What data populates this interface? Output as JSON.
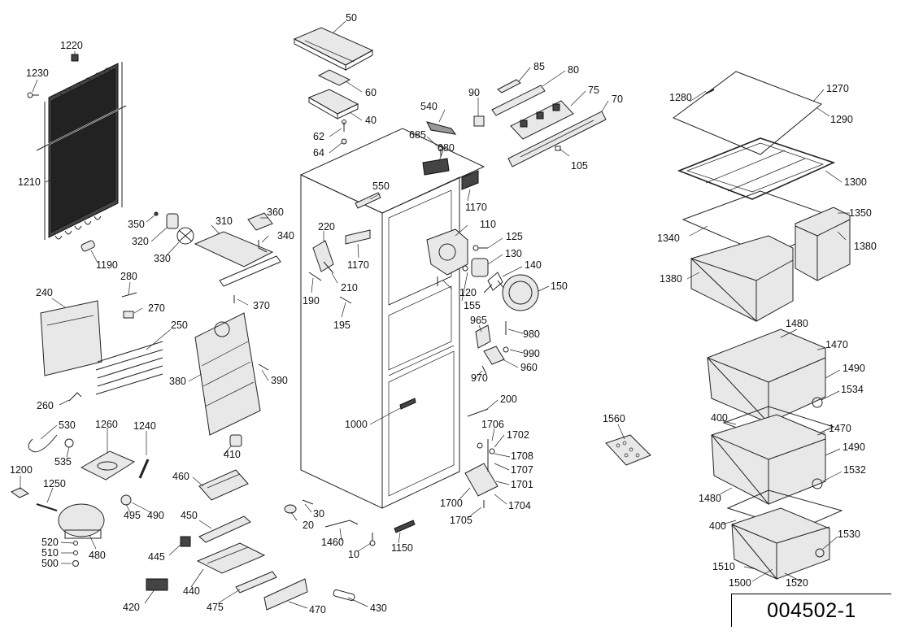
{
  "drawing_id": "004502-1",
  "part_labels": [
    {
      "id": "1220"
    },
    {
      "id": "1230"
    },
    {
      "id": "1210"
    },
    {
      "id": "1190"
    },
    {
      "id": "50"
    },
    {
      "id": "60"
    },
    {
      "id": "40"
    },
    {
      "id": "62"
    },
    {
      "id": "64"
    },
    {
      "id": "85"
    },
    {
      "id": "80"
    },
    {
      "id": "75"
    },
    {
      "id": "70"
    },
    {
      "id": "90"
    },
    {
      "id": "540"
    },
    {
      "id": "685"
    },
    {
      "id": "680"
    },
    {
      "id": "105"
    },
    {
      "id": "1280"
    },
    {
      "id": "1270"
    },
    {
      "id": "1290"
    },
    {
      "id": "1300"
    },
    {
      "id": "1350"
    },
    {
      "id": "1340"
    },
    {
      "id": "1380"
    },
    {
      "id": "1380"
    },
    {
      "id": "550"
    },
    {
      "id": "1170"
    },
    {
      "id": "1170"
    },
    {
      "id": "110"
    },
    {
      "id": "125"
    },
    {
      "id": "130"
    },
    {
      "id": "140"
    },
    {
      "id": "150"
    },
    {
      "id": "120"
    },
    {
      "id": "155"
    },
    {
      "id": "220"
    },
    {
      "id": "210"
    },
    {
      "id": "190"
    },
    {
      "id": "195"
    },
    {
      "id": "350"
    },
    {
      "id": "320"
    },
    {
      "id": "330"
    },
    {
      "id": "310"
    },
    {
      "id": "360"
    },
    {
      "id": "340"
    },
    {
      "id": "370"
    },
    {
      "id": "240"
    },
    {
      "id": "280"
    },
    {
      "id": "270"
    },
    {
      "id": "250"
    },
    {
      "id": "260"
    },
    {
      "id": "380"
    },
    {
      "id": "390"
    },
    {
      "id": "410"
    },
    {
      "id": "965"
    },
    {
      "id": "980"
    },
    {
      "id": "990"
    },
    {
      "id": "960"
    },
    {
      "id": "970"
    },
    {
      "id": "200"
    },
    {
      "id": "1000"
    },
    {
      "id": "1706"
    },
    {
      "id": "1702"
    },
    {
      "id": "1708"
    },
    {
      "id": "1707"
    },
    {
      "id": "1701"
    },
    {
      "id": "1700"
    },
    {
      "id": "1704"
    },
    {
      "id": "1705"
    },
    {
      "id": "1560"
    },
    {
      "id": "1480"
    },
    {
      "id": "1470"
    },
    {
      "id": "1490"
    },
    {
      "id": "1534"
    },
    {
      "id": "400"
    },
    {
      "id": "1470"
    },
    {
      "id": "1490"
    },
    {
      "id": "1532"
    },
    {
      "id": "1480"
    },
    {
      "id": "400"
    },
    {
      "id": "1530"
    },
    {
      "id": "1510"
    },
    {
      "id": "1500"
    },
    {
      "id": "1520"
    },
    {
      "id": "530"
    },
    {
      "id": "535"
    },
    {
      "id": "1260"
    },
    {
      "id": "1240"
    },
    {
      "id": "1200"
    },
    {
      "id": "1250"
    },
    {
      "id": "495"
    },
    {
      "id": "490"
    },
    {
      "id": "520"
    },
    {
      "id": "510"
    },
    {
      "id": "500"
    },
    {
      "id": "480"
    },
    {
      "id": "460"
    },
    {
      "id": "450"
    },
    {
      "id": "445"
    },
    {
      "id": "440"
    },
    {
      "id": "420"
    },
    {
      "id": "475"
    },
    {
      "id": "470"
    },
    {
      "id": "430"
    },
    {
      "id": "30"
    },
    {
      "id": "20"
    },
    {
      "id": "1460"
    },
    {
      "id": "10"
    },
    {
      "id": "1150"
    }
  ]
}
